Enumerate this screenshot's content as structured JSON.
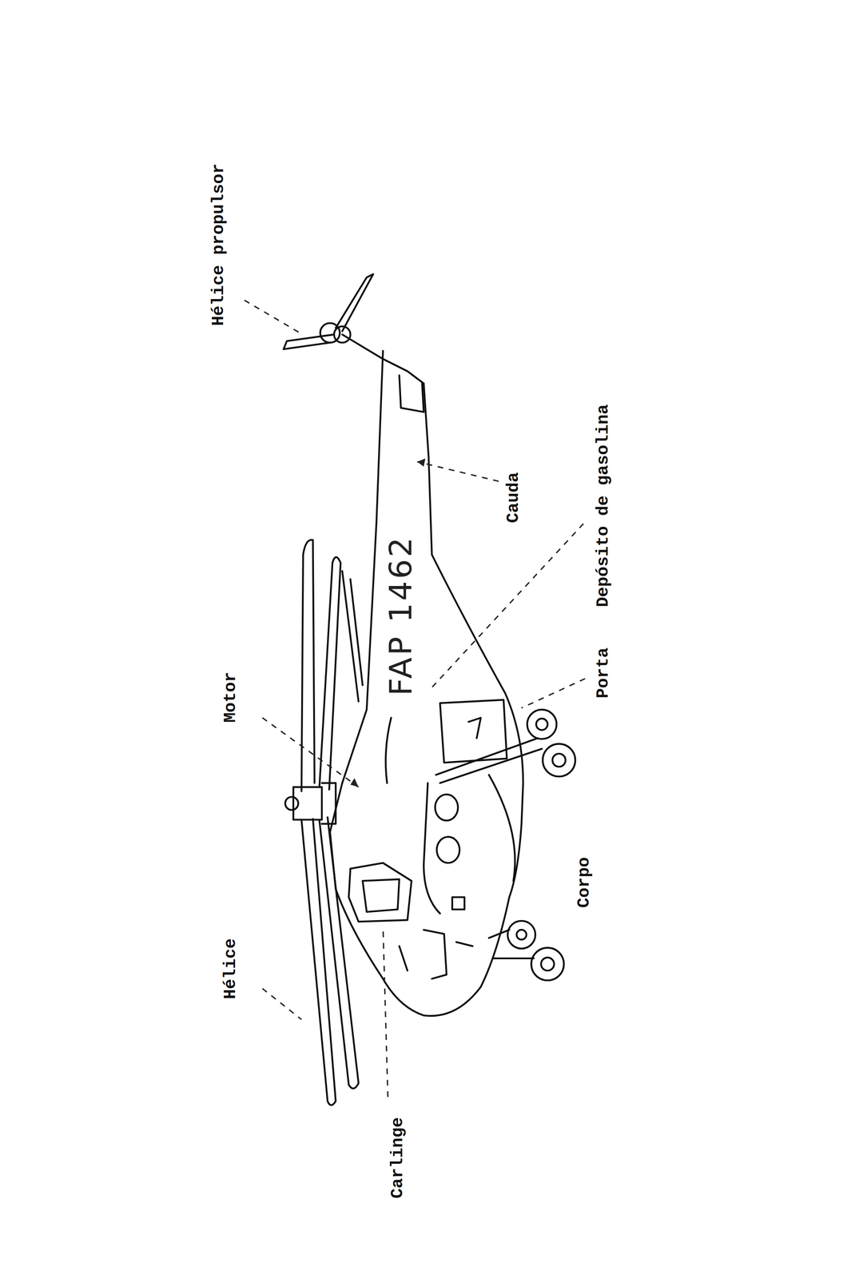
{
  "diagram": {
    "labels": [
      "Hélice propulsor",
      "Cauda",
      "Depósito de gasolina",
      "Porta",
      "Motor",
      "FAP 1462",
      "Corpo",
      "Hélice",
      "Carlinge"
    ]
  }
}
